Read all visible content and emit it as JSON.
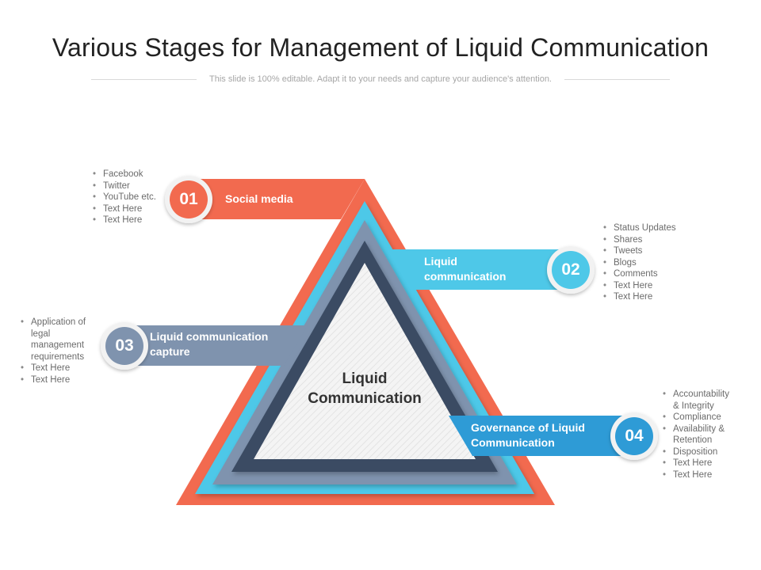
{
  "title": "Various Stages for Management of Liquid Communication",
  "subtitle": "This slide is 100% editable. Adapt it to your needs and capture your audience's attention.",
  "colors": {
    "coral": "#F26A4F",
    "cyan": "#4EC8E8",
    "slate": "#7F93AE",
    "navy": "#3A4B63",
    "blue": "#2E9BD6"
  },
  "center": {
    "label_line1": "Liquid",
    "label_line2": "Communication"
  },
  "stages": [
    {
      "number": "01",
      "label": "Social media",
      "bullets": [
        "Facebook",
        "Twitter",
        "YouTube etc.",
        "Text Here",
        "Text Here"
      ]
    },
    {
      "number": "02",
      "label_line1": "Liquid",
      "label_line2": "communication",
      "bullets": [
        "Status Updates",
        "Shares",
        "Tweets",
        "Blogs",
        "Comments",
        "Text Here",
        "Text Here"
      ]
    },
    {
      "number": "03",
      "label_line1": "Liquid communication",
      "label_line2": "capture",
      "bullets": [
        "Application of",
        "legal",
        "management",
        "requirements",
        "Text Here",
        "Text Here"
      ]
    },
    {
      "number": "04",
      "label_line1": "Governance of Liquid",
      "label_line2": "Communication",
      "bullets": [
        "Accountability",
        "& Integrity",
        "Compliance",
        "Availability &",
        "Retention",
        "Disposition",
        "Text Here",
        "Text Here"
      ]
    }
  ]
}
